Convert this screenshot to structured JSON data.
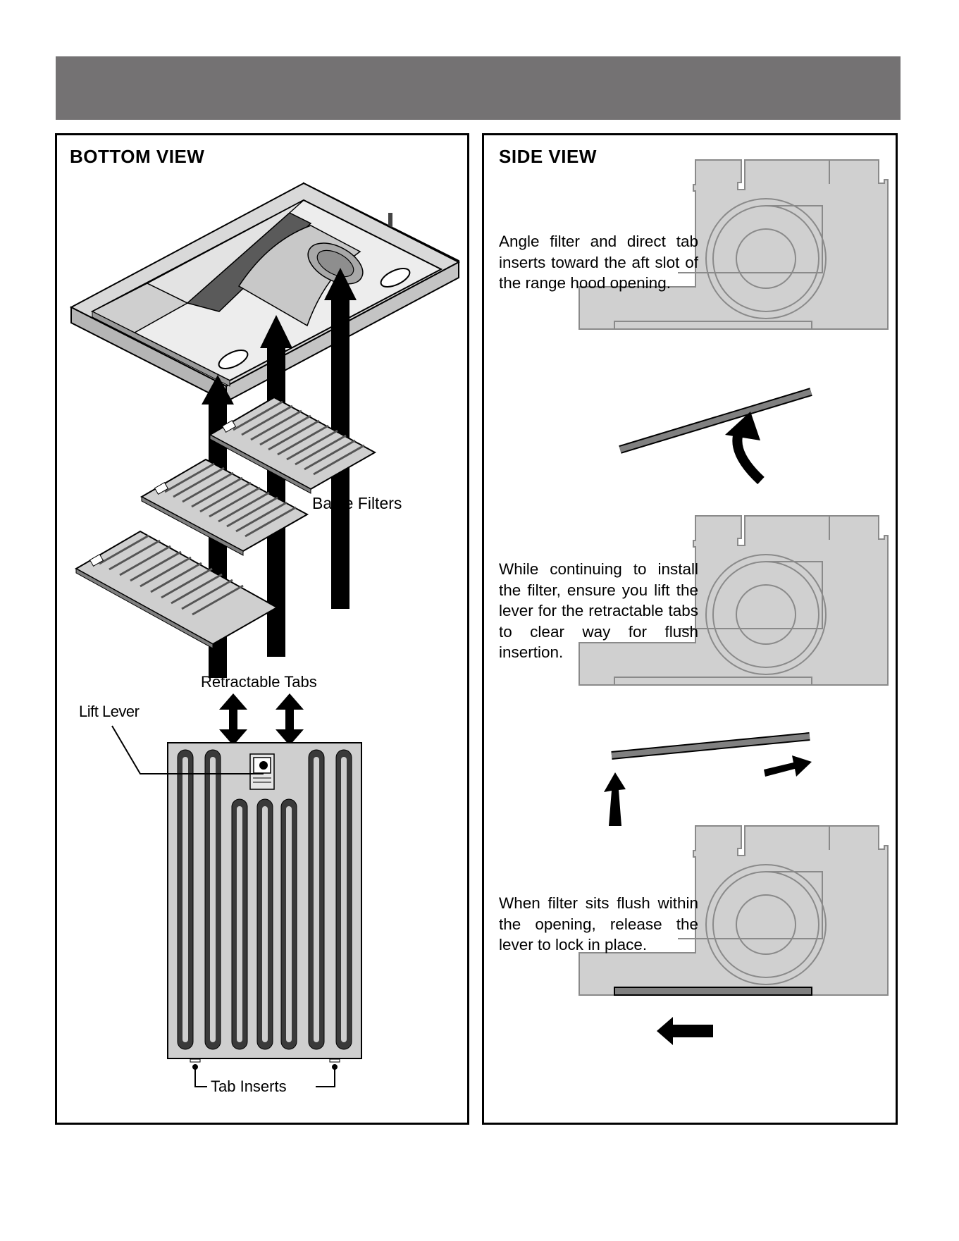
{
  "header": {
    "title": ""
  },
  "bottom_view": {
    "title": "BOTTOM VIEW",
    "labels": {
      "baffle_filters": "Baffle Filters",
      "retractable_tabs": "Retractable Tabs",
      "lift_lever": "Lift Lever",
      "tab_inserts": "Tab Inserts"
    }
  },
  "side_view": {
    "title": "SIDE VIEW",
    "steps": [
      {
        "text": "Angle filter and direct tab inserts toward the aft slot of the range hood opening."
      },
      {
        "text": "While continuing to install the filter, ensure you lift the lever for the retractable tabs to clear way for flush insertion."
      },
      {
        "text": "When filter sits flush within the opening, release the lever to lock in place."
      }
    ]
  },
  "colors": {
    "header_bar": "#747273",
    "hood_fill": "#d0d0d0",
    "hood_stroke": "#8a8a8a",
    "filter_bar": "#808080",
    "arrow": "#000000"
  }
}
